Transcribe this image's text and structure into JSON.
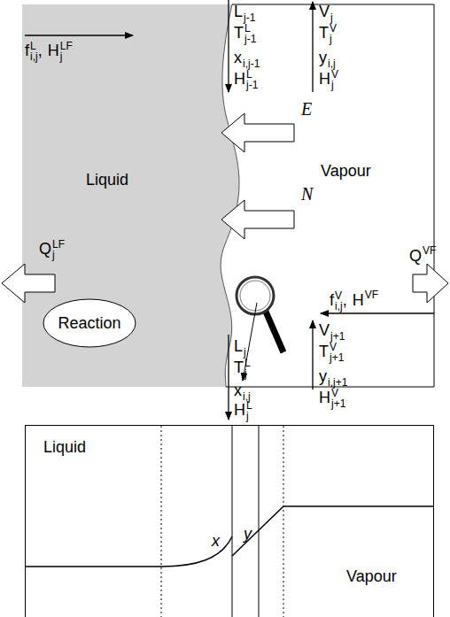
{
  "diagram": {
    "nodes": [
      {
        "text": [
          "Liquid"
        ]
      },
      {
        "text": [
          "Vapour"
        ]
      },
      {
        "text": [
          "Reaction"
        ],
        "in": 0
      },
      {
        "text": [
          "Liquid",
          "x",
          "y",
          "Vapour"
        ]
      }
    ],
    "labels": [
      "L",
      "j-1",
      "T",
      "L",
      "j-1",
      "x",
      "i,j-1",
      "H",
      "L",
      "j-1",
      "f",
      "L",
      "i,j",
      ",",
      "H",
      "LF",
      "j",
      "V",
      "j",
      "T",
      "V",
      "j",
      "y",
      "i,j",
      "H",
      "V",
      "j",
      "E",
      "N",
      "Q",
      "LF",
      "j",
      "Q",
      "VF",
      "f",
      "V",
      "i,j",
      ",",
      "H",
      "VF",
      "V",
      "j+1",
      "T",
      "V",
      "j+1",
      "y",
      "i,j+1",
      "H",
      "V",
      "j+1",
      "L",
      "j",
      "T",
      "L",
      "j",
      "x",
      "i,j",
      "H",
      "L",
      "j"
    ]
  }
}
